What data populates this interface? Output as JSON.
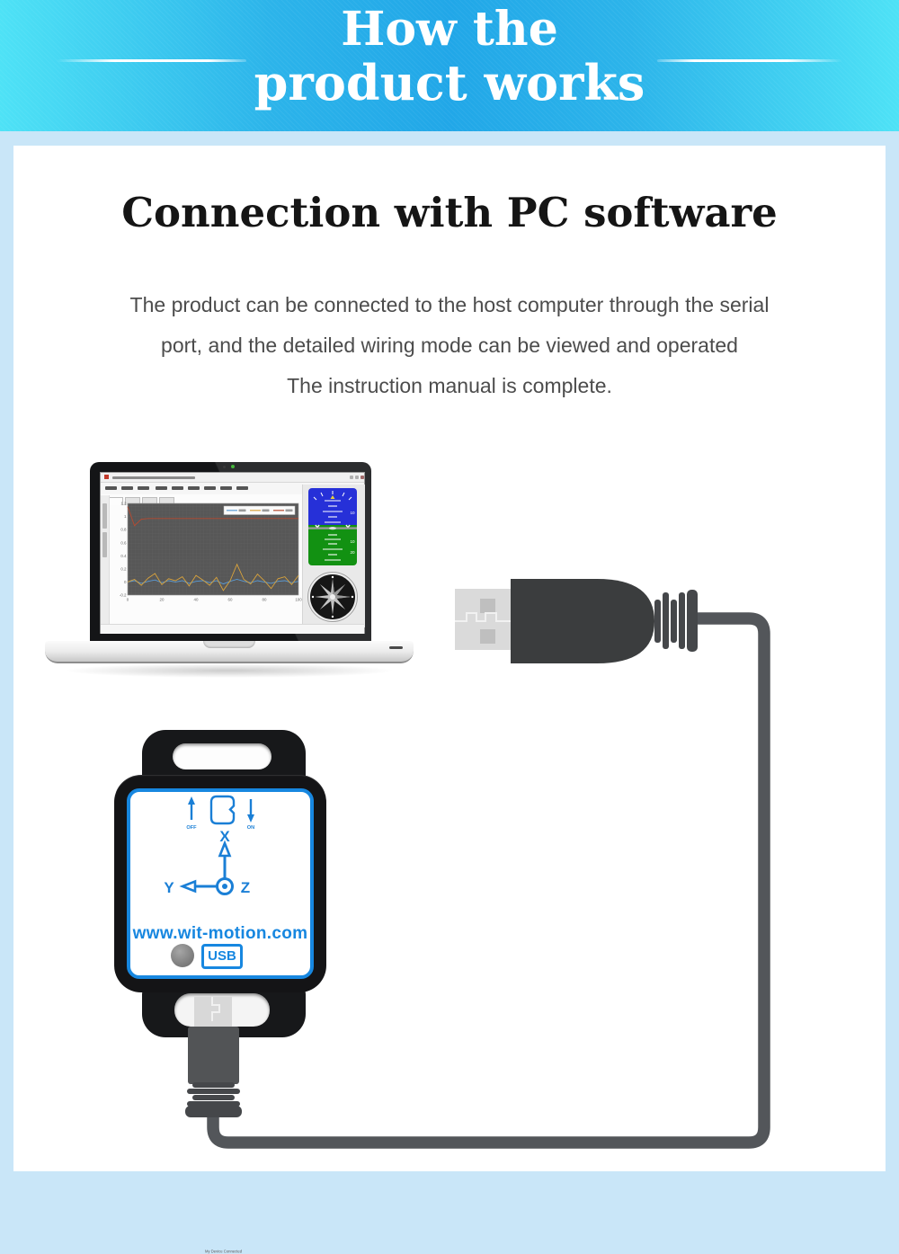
{
  "banner": {
    "title_line1": "How the",
    "title_line2": "product works",
    "text_color": "#ffffff",
    "gradient_edge": "#4ee2f6",
    "gradient_center": "#21a7e8"
  },
  "intro": {
    "heading": "Connection with PC software",
    "body_lines": [
      "The product can be connected to the host computer through the serial",
      "port, and the detailed wiring mode can be viewed and operated",
      "The instruction manual is complete."
    ]
  },
  "laptop": {
    "status_text": "My Device Connected",
    "attitude_labels": [
      "10",
      "10",
      "20"
    ],
    "chart_data": {
      "type": "line",
      "title": "",
      "xlabel": "",
      "ylabel": "",
      "xlim": [
        0,
        100
      ],
      "ylim": [
        -0.2,
        1.2
      ],
      "xticks": [
        0,
        20,
        40,
        60,
        80,
        100
      ],
      "xtick_labels": [
        "0",
        "20",
        "40",
        "60",
        "80",
        "100"
      ],
      "yticks": [
        1.2,
        1,
        0.8,
        0.6,
        0.4,
        0.2,
        0,
        -0.2
      ],
      "ytick_labels": [
        "1.2",
        "1",
        "0.8",
        "0.6",
        "0.4",
        "0.2",
        "0",
        "-0.2"
      ],
      "grid": true,
      "plot_bg": "#575757",
      "legend_position": "top-right",
      "x": [
        0,
        4,
        8,
        12,
        16,
        20,
        24,
        28,
        32,
        36,
        40,
        44,
        48,
        52,
        56,
        60,
        64,
        68,
        72,
        76,
        80,
        84,
        88,
        92,
        96,
        100
      ],
      "series": [
        {
          "name": "series1",
          "color": "#5b9bd5",
          "values": [
            0,
            0.02,
            -0.02,
            0.01,
            0.03,
            -0.01,
            0.02,
            0,
            0.02,
            -0.02,
            0.01,
            0.02,
            -0.01,
            0.02,
            -0.03,
            0.01,
            0.04,
            0.01,
            -0.01,
            0.02,
            0,
            -0.02,
            0.01,
            0.02,
            -0.01,
            0.01
          ]
        },
        {
          "name": "series2",
          "color": "#d9a33c",
          "values": [
            0,
            0.04,
            -0.05,
            0.06,
            0.13,
            -0.04,
            0.05,
            0.02,
            0.08,
            -0.06,
            0.1,
            0.03,
            -0.05,
            0.07,
            -0.13,
            0.02,
            0.27,
            0.04,
            -0.03,
            0.12,
            0.02,
            -0.1,
            0.05,
            0.08,
            -0.04,
            0.1
          ]
        },
        {
          "name": "series3",
          "color": "#b84a30",
          "values": [
            1.15,
            0.86,
            0.96,
            0.97,
            0.97,
            0.97,
            0.97,
            0.97,
            0.97,
            0.97,
            0.97,
            0.97,
            0.97,
            0.97,
            0.97,
            0.97,
            0.97,
            0.97,
            0.97,
            0.97,
            0.97,
            0.97,
            0.97,
            0.97,
            0.97,
            0.97
          ]
        }
      ]
    }
  },
  "device": {
    "switch_off_label": "OFF",
    "switch_on_label": "ON",
    "axis_x_label": "X",
    "axis_y_label": "Y",
    "axis_z_label": "Z",
    "website": "www.wit-motion.com",
    "usb_label": "USB",
    "accent_blue": "#1787e0"
  },
  "cable": {
    "color": "#53565a"
  }
}
